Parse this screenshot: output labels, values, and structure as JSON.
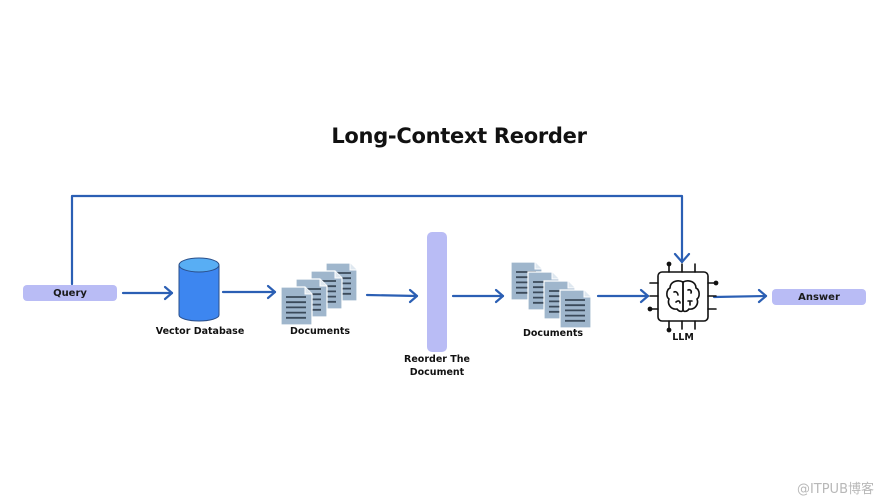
{
  "title": "Long-Context Reorder",
  "nodes": {
    "query": "Query",
    "vector_db": "Vector Database",
    "documents_in": "Documents",
    "reorder_line1": "Reorder The",
    "reorder_line2": "Document",
    "documents_out": "Documents",
    "llm": "LLM",
    "answer": "Answer"
  },
  "icons": {
    "vector_db": "database-cylinder-icon",
    "documents_in": "document-stack-icon",
    "documents_out": "document-stack-icon",
    "llm": "brain-chip-icon"
  },
  "colors": {
    "arrow": "#2b5fb4",
    "pill": "#b9bcf5",
    "database": "#3d86f0",
    "database_top": "#58aef4",
    "document": "#9fb6cc",
    "document_lines": "#3b4a5a"
  },
  "watermark": "@ITPUB博客"
}
